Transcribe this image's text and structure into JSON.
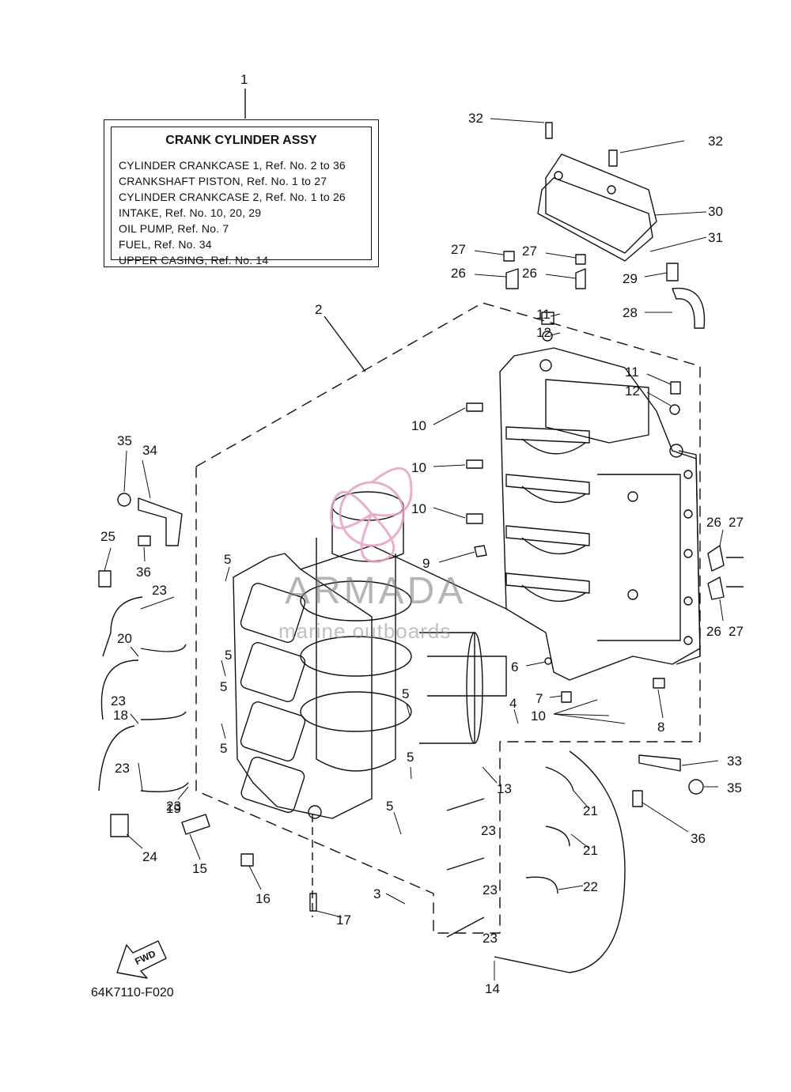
{
  "legend": {
    "title": "CRANK CYLINDER ASSY",
    "lines": [
      "CYLINDER CRANKCASE 1,  Ref. No. 2 to 36",
      "CRANKSHAFT PISTON,  Ref. No. 1 to 27",
      "CYLINDER CRANKCASE 2,  Ref. No. 1 to 26",
      "INTAKE,  Ref. No. 10, 20, 29",
      "OIL PUMP,  Ref. No. 7",
      "FUEL,  Ref. No. 34",
      "UPPER  CASING,  Ref. No. 14"
    ]
  },
  "callouts": [
    "1",
    "2",
    "3",
    "4",
    "5",
    "5",
    "5",
    "5",
    "5",
    "5",
    "5",
    "6",
    "7",
    "8",
    "9",
    "10",
    "10",
    "10",
    "10",
    "11",
    "11",
    "12",
    "12",
    "13",
    "14",
    "15",
    "16",
    "17",
    "18",
    "19",
    "20",
    "21",
    "21",
    "22",
    "23",
    "23",
    "23",
    "23",
    "23",
    "23",
    "23",
    "24",
    "25",
    "26",
    "26",
    "26",
    "26",
    "27",
    "27",
    "27",
    "27",
    "28",
    "29",
    "30",
    "31",
    "32",
    "32",
    "33",
    "34",
    "35",
    "35",
    "36",
    "36"
  ],
  "fwd_label": "FWD",
  "doc_code": "64K7110-F020",
  "watermark": {
    "title": "ARMADA",
    "subtitle": "marine outboards",
    "color": "#e4a0c4"
  }
}
